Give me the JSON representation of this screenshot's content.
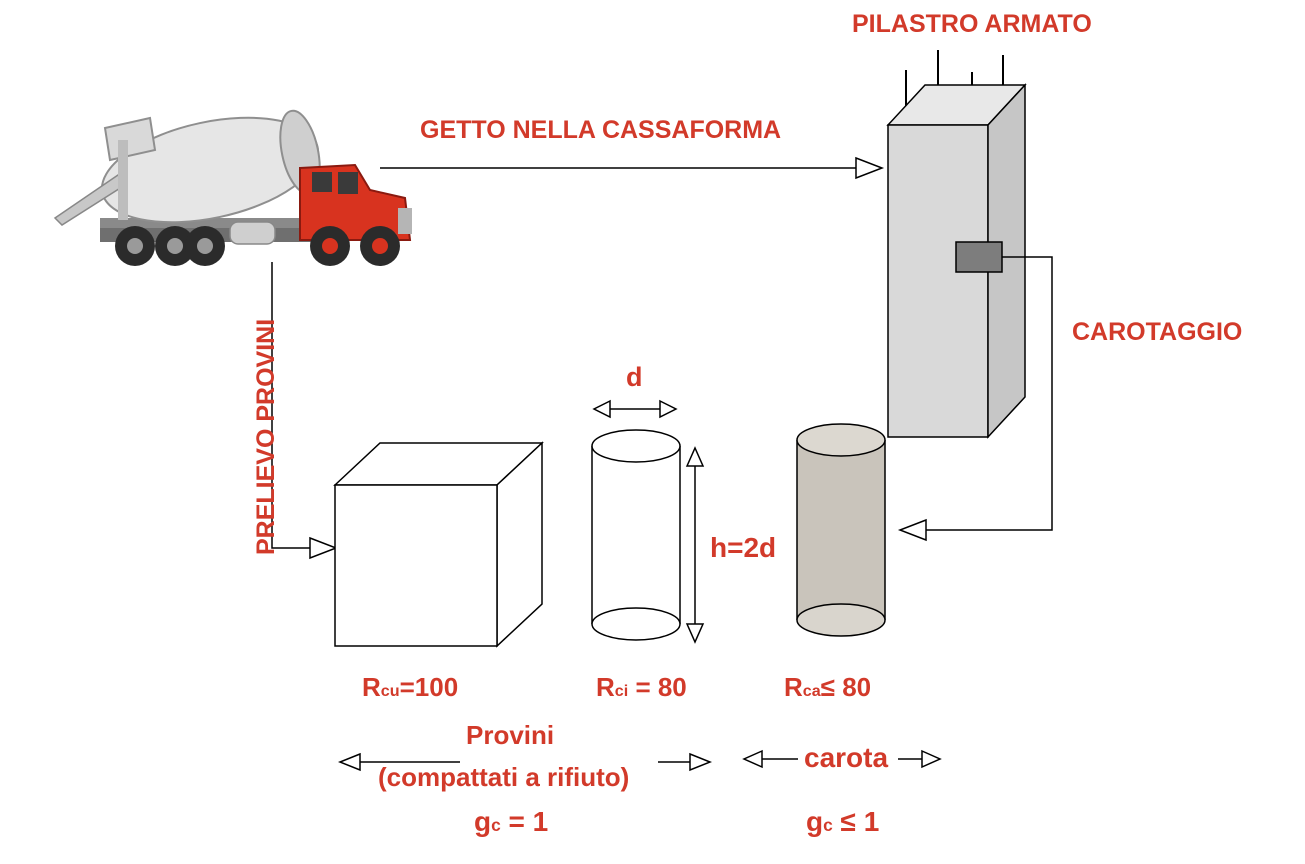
{
  "labels": {
    "pilastro": "PILASTRO ARMATO",
    "getto": "GETTO NELLA CASSAFORMA",
    "carotaggio": "CAROTAGGIO",
    "prelievo": "PRELIEVO PROVINI",
    "d": "d",
    "h": "h=2d",
    "provini_title": "Provini",
    "provini_sub": "(compattati a rifiuto)",
    "carota": "carota"
  },
  "values": {
    "rcu": {
      "symbol": "R",
      "sub": "cu",
      "rel": "=100"
    },
    "rci": {
      "symbol": "R",
      "sub": "ci",
      "rel": " = 80"
    },
    "rca": {
      "symbol": "R",
      "sub": "ca",
      "rel": "≤ 80"
    },
    "gc_provini": {
      "symbol": "g",
      "sub": "c",
      "rel": " = 1"
    },
    "gc_carota": {
      "symbol": "g",
      "sub": "c",
      "rel": " ≤ 1"
    }
  },
  "colors": {
    "label_red": "#d23a2a",
    "line": "#000000",
    "column_fill": "#dcdcdc",
    "core_fill": "#c9c4bb",
    "truck_cab": "#d8331f",
    "truck_drum": "#e4e4e4"
  },
  "icons": [
    "concrete-mixer-truck-icon",
    "reinforced-column-icon",
    "cube-specimen-icon",
    "cylinder-specimen-icon",
    "core-sample-icon"
  ]
}
